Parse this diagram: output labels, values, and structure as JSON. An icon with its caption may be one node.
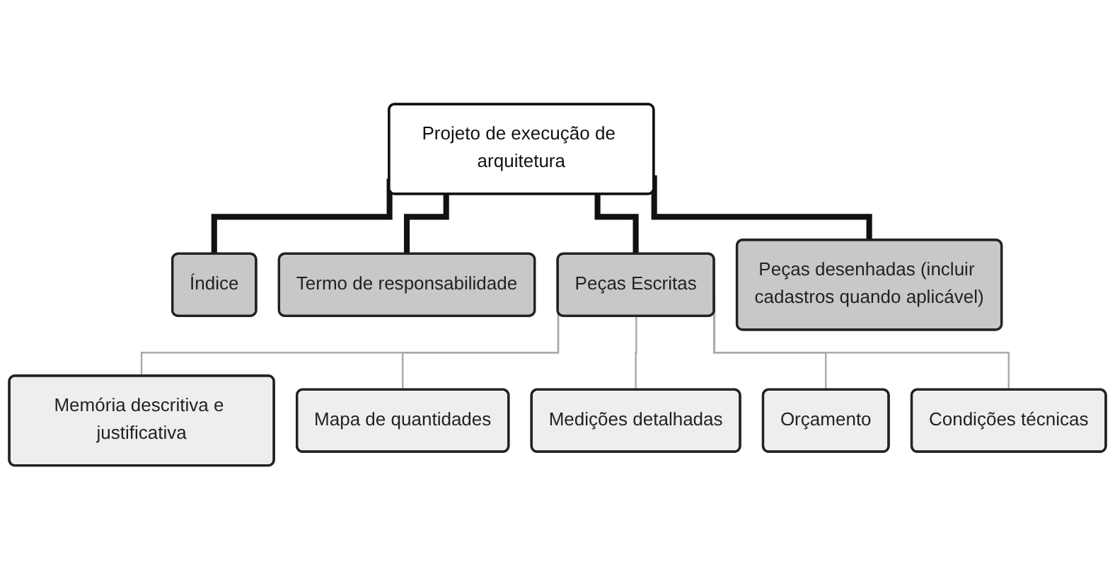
{
  "diagram": {
    "nodes": [
      {
        "text": [
          "Projeto de execução de arquitetura"
        ]
      },
      {
        "text": [
          "Índice"
        ]
      },
      {
        "text": [
          "Termo de responsabilidade"
        ]
      },
      {
        "text": [
          "Peças Escritas"
        ]
      },
      {
        "text": [
          "Peças desenhadas (incluir cadastros quando aplicável)"
        ]
      },
      {
        "text": [
          "Memória descritiva e justificativa"
        ]
      },
      {
        "text": [
          "Mapa de quantidades"
        ]
      },
      {
        "text": [
          "Medições detalhadas"
        ]
      },
      {
        "text": [
          "Orçamento"
        ]
      },
      {
        "text": [
          "Condições técnicas"
        ]
      }
    ],
    "edges": [
      {
        "from": 0,
        "to": 1,
        "arrow": "none",
        "style": "thick",
        "color": "#111111"
      },
      {
        "from": 0,
        "to": 2,
        "arrow": "none",
        "style": "thick",
        "color": "#111111"
      },
      {
        "from": 0,
        "to": 3,
        "arrow": "none",
        "style": "thick",
        "color": "#111111"
      },
      {
        "from": 0,
        "to": 4,
        "arrow": "none",
        "style": "thick",
        "color": "#111111"
      },
      {
        "from": 3,
        "to": 5,
        "arrow": "none"
      },
      {
        "from": 3,
        "to": 6,
        "arrow": "none"
      },
      {
        "from": 3,
        "to": 7,
        "arrow": "none"
      },
      {
        "from": 3,
        "to": 8,
        "arrow": "none"
      },
      {
        "from": 3,
        "to": 9,
        "arrow": "none"
      }
    ]
  }
}
